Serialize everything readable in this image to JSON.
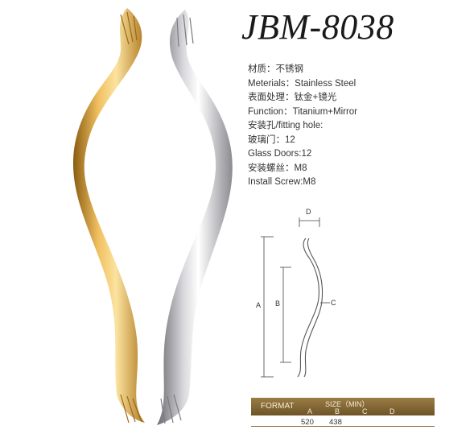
{
  "product": {
    "model": "JBM-8038"
  },
  "specs": [
    "材质：不锈钢",
    "Meterials：Stainless Steel",
    "表面处理：钛金+镜光",
    "Function：Titanium+Mirror",
    "安装孔/fitting hole:",
    "玻璃门：12",
    "Glass Doors:12",
    "安装螺丝：M8",
    "Install Screw:M8"
  ],
  "diagram": {
    "labels": {
      "a": "A",
      "b": "B",
      "c": "C",
      "d": "D"
    }
  },
  "format_table": {
    "label": "FORMAT",
    "size_header": "SIZE（MIN）",
    "columns": [
      "A",
      "B",
      "C",
      "D"
    ],
    "values": [
      "520",
      "438",
      "",
      ""
    ]
  },
  "colors": {
    "gold": "#d4a03a",
    "silver": "#b8b8bc",
    "band": "#7a5e2e"
  }
}
